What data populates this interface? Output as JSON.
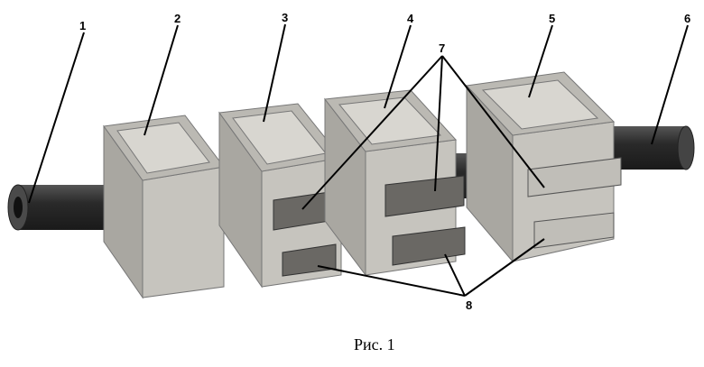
{
  "figure": {
    "caption": "Рис. 1",
    "labels": {
      "l1": "1",
      "l2": "2",
      "l3": "3",
      "l4": "4",
      "l5": "5",
      "l6": "6",
      "l7": "7",
      "l8": "8"
    }
  },
  "colors": {
    "box_top": "#b4b2ac",
    "box_front": "#c4c2bc",
    "box_side": "#a8a6a0",
    "tube": "#3a3a3a",
    "block": "#6a6864"
  }
}
